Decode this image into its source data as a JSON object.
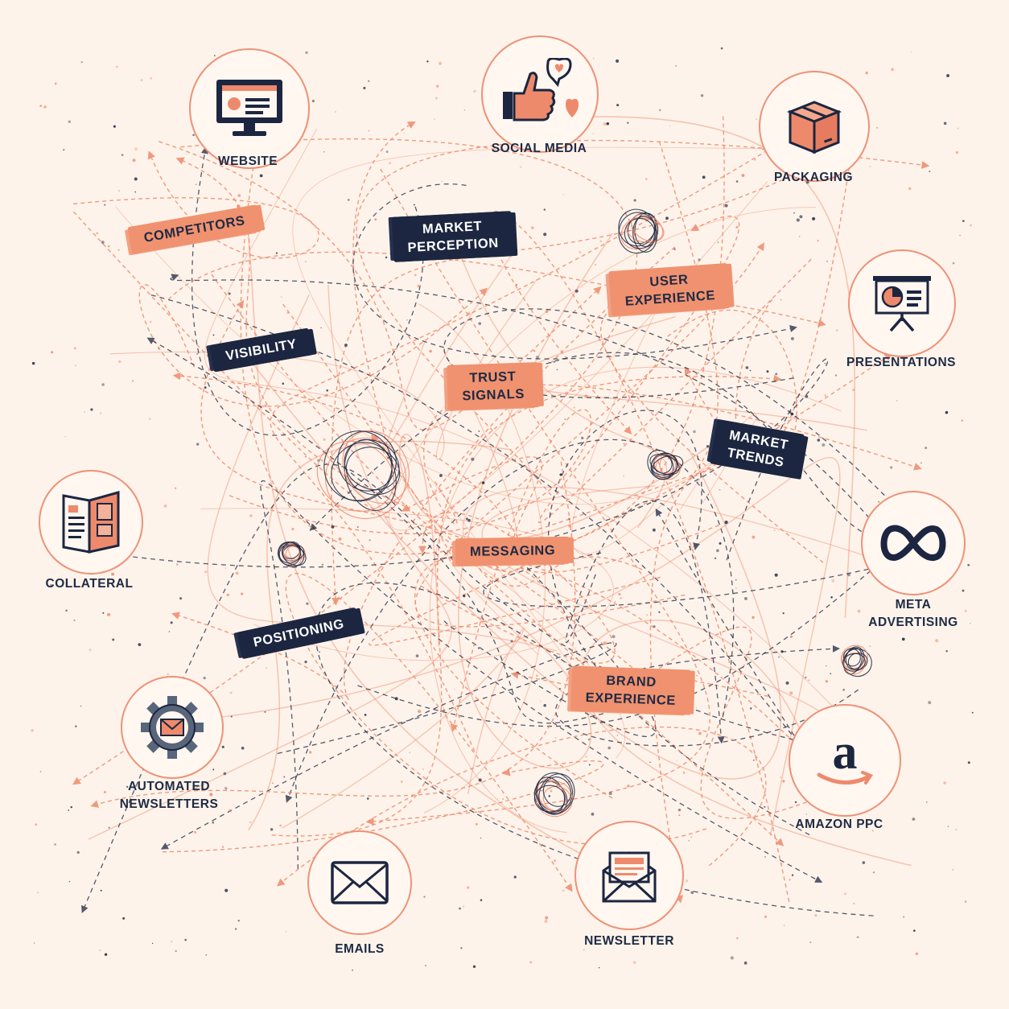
{
  "channels": {
    "website": "WEBSITE",
    "social_media": "SOCIAL MEDIA",
    "packaging": "PACKAGING",
    "presentations": "PRESENTATIONS",
    "meta_advertising": [
      "META",
      "ADVERTISING"
    ],
    "amazon_ppc": "AMAZON PPC",
    "newsletter": "NEWSLETTER",
    "emails": "EMAILS",
    "automated_newsletters": [
      "AUTOMATED",
      "NEWSLETTERS"
    ],
    "collateral": "COLLATERAL"
  },
  "concepts": {
    "competitors": "COMPETITORS",
    "market_perception": [
      "MARKET",
      "PERCEPTION"
    ],
    "user_experience": [
      "USER",
      "EXPERIENCE"
    ],
    "visibility": "VISIBILITY",
    "trust_signals": [
      "TRUST",
      "SIGNALS"
    ],
    "market_trends": [
      "MARKET",
      "TRENDS"
    ],
    "messaging": "MESSAGING",
    "positioning": "POSITIONING",
    "brand_experience": [
      "BRAND",
      "EXPERIENCE"
    ]
  },
  "icons": {
    "website": "monitor-icon",
    "social_media": "thumbs-up-heart-icon",
    "packaging": "box-icon",
    "presentations": "presentation-board-icon",
    "meta_advertising": "meta-infinity-icon",
    "amazon_ppc": "amazon-a-icon",
    "newsletter": "open-envelope-icon",
    "emails": "envelope-icon",
    "automated_newsletters": "gear-envelope-icon",
    "collateral": "brochure-icon"
  },
  "colors": {
    "background": "#fdf3ea",
    "accent": "#ee8a6c",
    "navy": "#1c2640"
  }
}
